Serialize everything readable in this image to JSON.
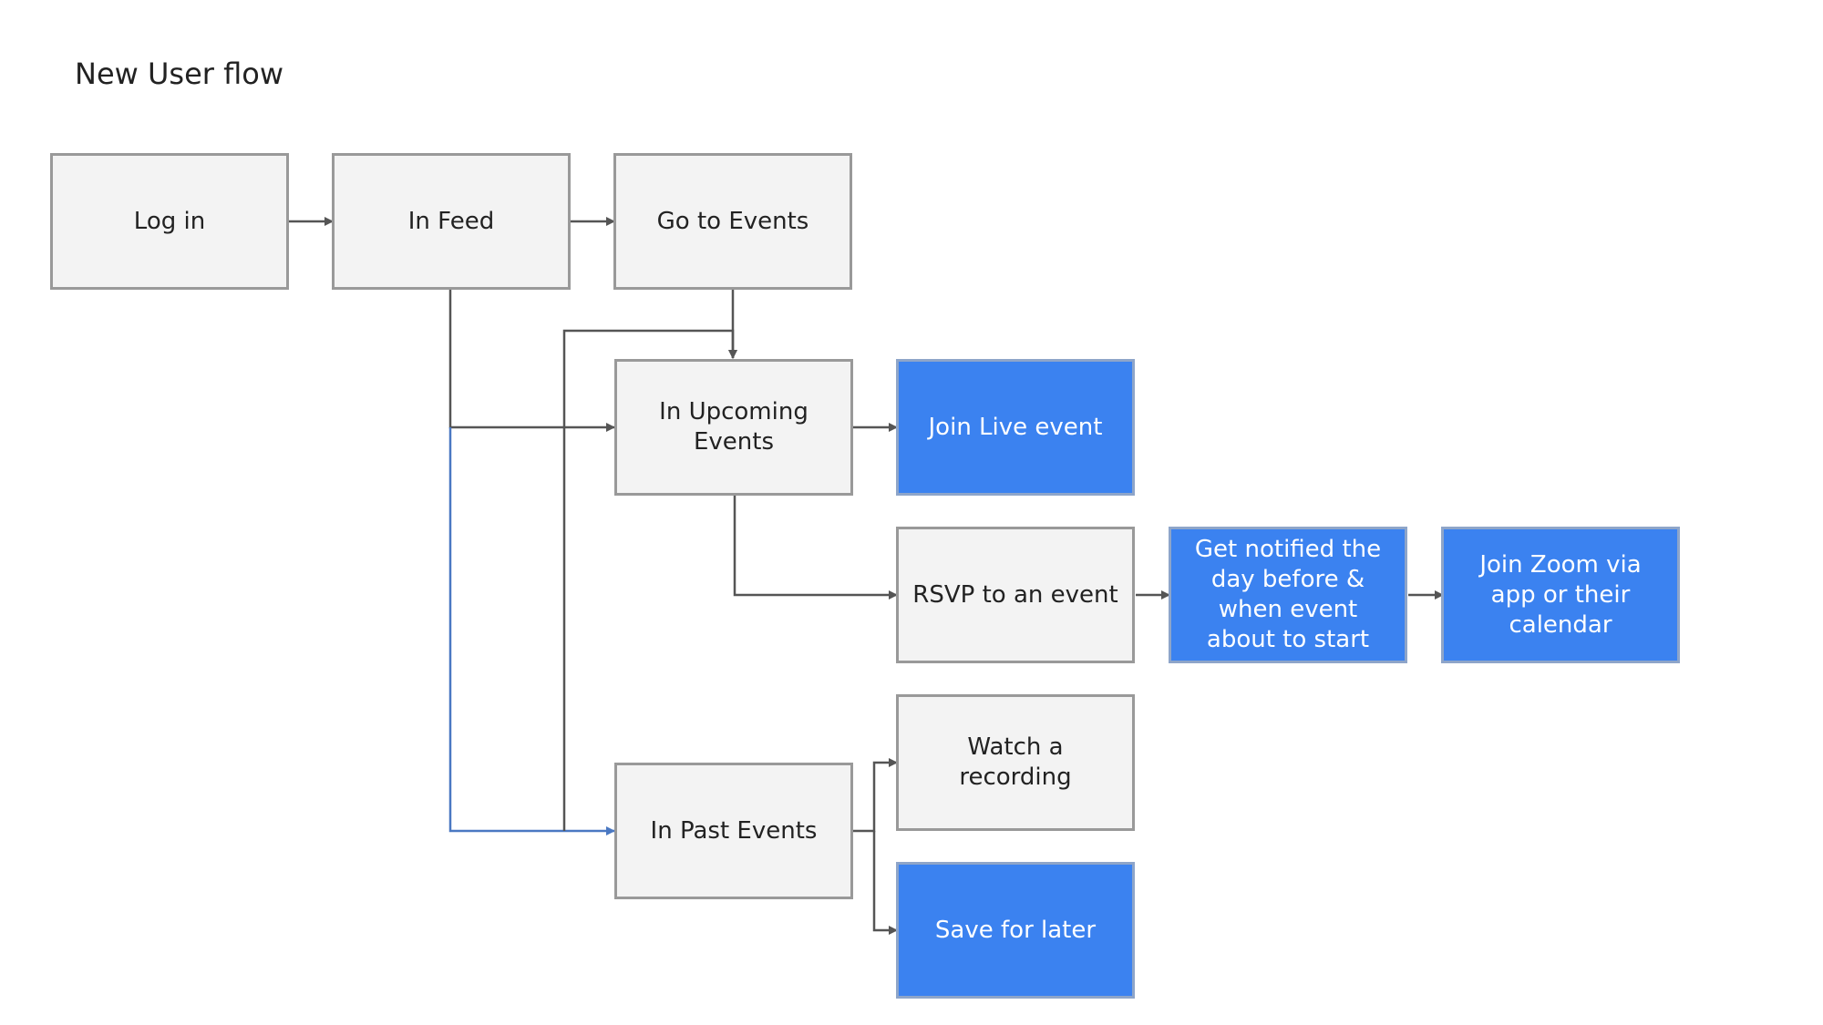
{
  "title": "New User flow",
  "colors": {
    "node_fill": "#f3f3f3",
    "node_border": "#999999",
    "accent_fill": "#3b82f0",
    "connector": "#555555",
    "connector_highlight": "#4a78c2"
  },
  "nodes": {
    "log_in": "Log in",
    "in_feed": "In Feed",
    "go_to_events": "Go to Events",
    "in_upcoming_events": "In Upcoming Events",
    "join_live_event": "Join Live event",
    "rsvp_to_event": "RSVP to an event",
    "get_notified": "Get notified the day before & when event about to start",
    "join_zoom": "Join Zoom via app or their calendar",
    "in_past_events": "In Past Events",
    "watch_recording": "Watch a recording",
    "save_for_later": "Save for later"
  },
  "edges": [
    {
      "from": "log_in",
      "to": "in_feed"
    },
    {
      "from": "in_feed",
      "to": "go_to_events"
    },
    {
      "from": "go_to_events",
      "to": "in_upcoming_events"
    },
    {
      "from": "in_feed",
      "to": "in_upcoming_events"
    },
    {
      "from": "in_feed",
      "to": "in_past_events",
      "highlight": true
    },
    {
      "from": "in_past_events",
      "to": "in_upcoming_events"
    },
    {
      "from": "in_upcoming_events",
      "to": "join_live_event"
    },
    {
      "from": "in_upcoming_events",
      "to": "rsvp_to_event"
    },
    {
      "from": "rsvp_to_event",
      "to": "get_notified"
    },
    {
      "from": "get_notified",
      "to": "join_zoom"
    },
    {
      "from": "in_past_events",
      "to": "watch_recording"
    },
    {
      "from": "in_past_events",
      "to": "save_for_later"
    }
  ]
}
